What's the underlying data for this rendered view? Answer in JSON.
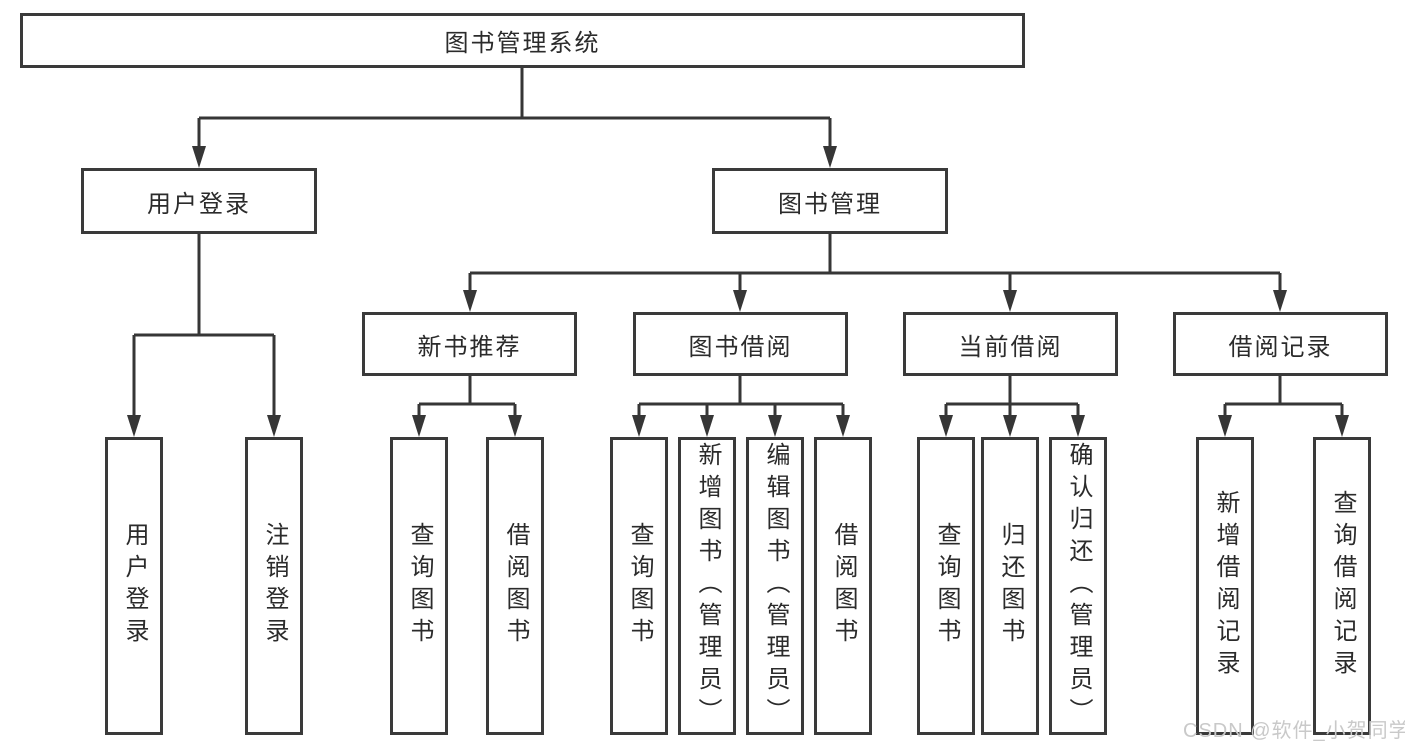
{
  "diagram_type": "functional-structure-tree",
  "tree": {
    "label": "图书管理系统",
    "children": [
      {
        "label": "用户登录",
        "children": [
          {
            "label": "用户登录"
          },
          {
            "label": "注销登录"
          }
        ]
      },
      {
        "label": "图书管理",
        "children": [
          {
            "label": "新书推荐",
            "children": [
              {
                "label": "查询图书"
              },
              {
                "label": "借阅图书"
              }
            ]
          },
          {
            "label": "图书借阅",
            "children": [
              {
                "label": "查询图书"
              },
              {
                "label": "新增图书（管理员）"
              },
              {
                "label": "编辑图书（管理员）"
              },
              {
                "label": "借阅图书"
              }
            ]
          },
          {
            "label": "当前借阅",
            "children": [
              {
                "label": "查询图书"
              },
              {
                "label": "归还图书"
              },
              {
                "label": "确认归还（管理员）"
              }
            ]
          },
          {
            "label": "借阅记录",
            "children": [
              {
                "label": "新增借阅记录"
              },
              {
                "label": "查询借阅记录"
              }
            ]
          }
        ]
      }
    ]
  },
  "watermark": {
    "text": "CSDN @软件_小贺同学"
  },
  "colors": {
    "background": "#ffffff",
    "line": "#363636",
    "box_border": "#3a3a3a",
    "text": "#2b2b2b",
    "watermark": "#c9c9c9"
  }
}
